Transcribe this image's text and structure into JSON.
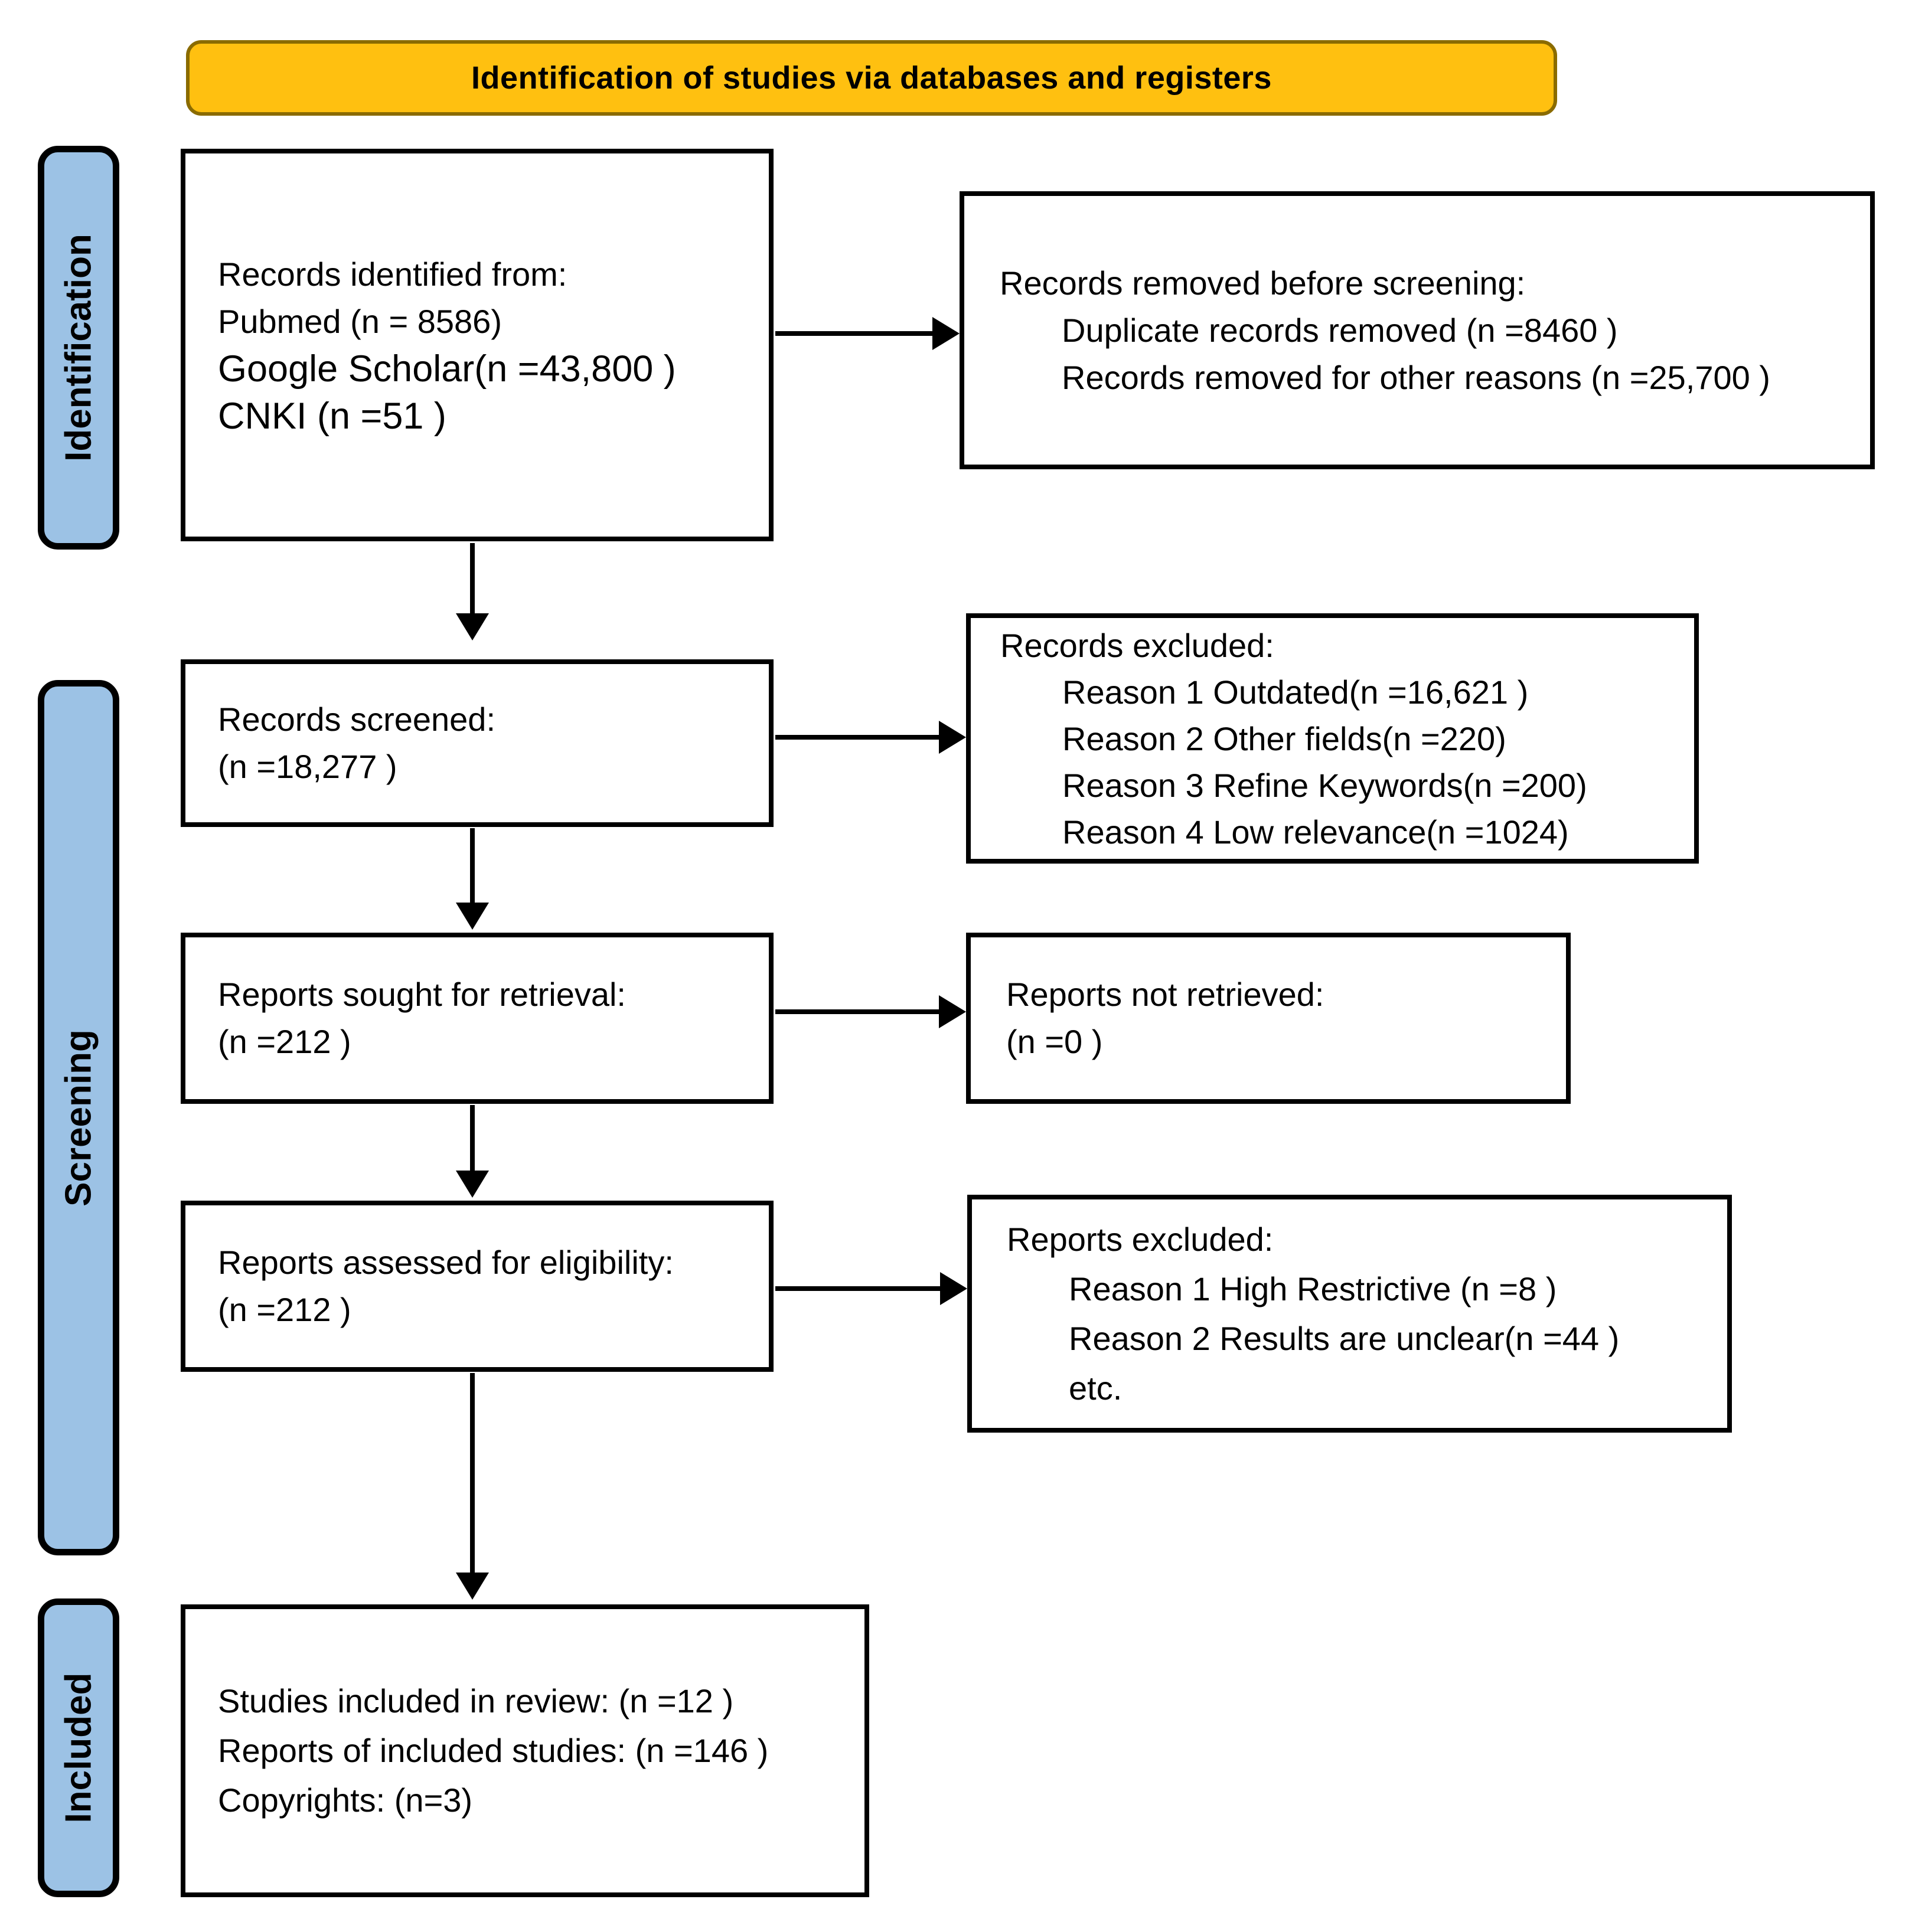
{
  "banner": {
    "title": "Identification of studies via databases and registers"
  },
  "stages": {
    "identification": "Identification",
    "screening": "Screening",
    "included": "Included"
  },
  "boxes": {
    "records_identified": {
      "l1": "Records identified from:",
      "l2": "Pubmed (n = 8586)",
      "l3": "Google Scholar(n =43,800 )",
      "l4": "CNKI (n =51 )"
    },
    "records_removed": {
      "l1": "Records removed before screening:",
      "l2": "Duplicate records removed  (n =8460 )",
      "l3": "Records removed for other reasons (n =25,700 )"
    },
    "records_screened": {
      "l1": "Records screened:",
      "l2": "(n =18,277 )"
    },
    "records_excluded": {
      "l1": "Records excluded:",
      "l2": "Reason 1 Outdated(n =16,621 )",
      "l3": "Reason 2 Other fields(n =220)",
      "l4": "Reason 3 Refine Keywords(n =200)",
      "l5": "Reason 4 Low relevance(n =1024)"
    },
    "reports_sought": {
      "l1": "Reports sought for retrieval:",
      "l2": "(n =212 )"
    },
    "reports_not_retrieved": {
      "l1": "Reports not retrieved:",
      "l2": "(n =0 )"
    },
    "reports_assessed": {
      "l1": "Reports assessed for eligibility:",
      "l2": "(n =212 )"
    },
    "reports_excluded": {
      "l1": "Reports excluded:",
      "l2": "Reason 1 High Restrictive (n =8 )",
      "l3": "Reason 2 Results are unclear(n =44 )",
      "l4": "etc."
    },
    "included_studies": {
      "l1": "Studies included in review: (n =12 )",
      "l2": "Reports of included studies: (n =146 )",
      "l3": "Copyrights: (n=3)"
    }
  },
  "colors": {
    "banner_fill": "#FFC010",
    "banner_border": "#8A6B00",
    "stage_fill": "#9CC2E5",
    "box_border": "#000000",
    "box_fill": "#FFFFFF"
  }
}
